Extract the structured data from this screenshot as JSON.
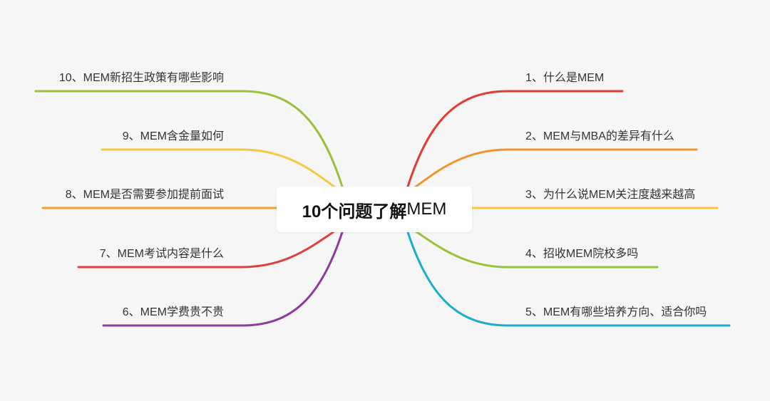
{
  "center": {
    "title_bold": "10个问题了解",
    "title_normal": "MEM"
  },
  "left_branches": [
    {
      "label": "10、MEM新招生政策有哪些影响",
      "color": "#9bc13c"
    },
    {
      "label": "9、MEM含金量如何",
      "color": "#f5c842"
    },
    {
      "label": "8、MEM是否需要参加提前面试",
      "color": "#f0a030"
    },
    {
      "label": "7、MEM考试内容是什么",
      "color": "#e04040"
    },
    {
      "label": "6、MEM学费贵不贵",
      "color": "#8e3a9e"
    }
  ],
  "right_branches": [
    {
      "label": "1、什么是MEM",
      "color": "#e23c35"
    },
    {
      "label": "2、MEM与MBA的差异有什么",
      "color": "#f0952e"
    },
    {
      "label": "3、为什么说MEM关注度越来越高",
      "color": "#f5c842"
    },
    {
      "label": "4、招收MEM院校多吗",
      "color": "#9bc13c"
    },
    {
      "label": "5、MEM有哪些培养方向、适合你吗",
      "color": "#1aaecc"
    }
  ]
}
